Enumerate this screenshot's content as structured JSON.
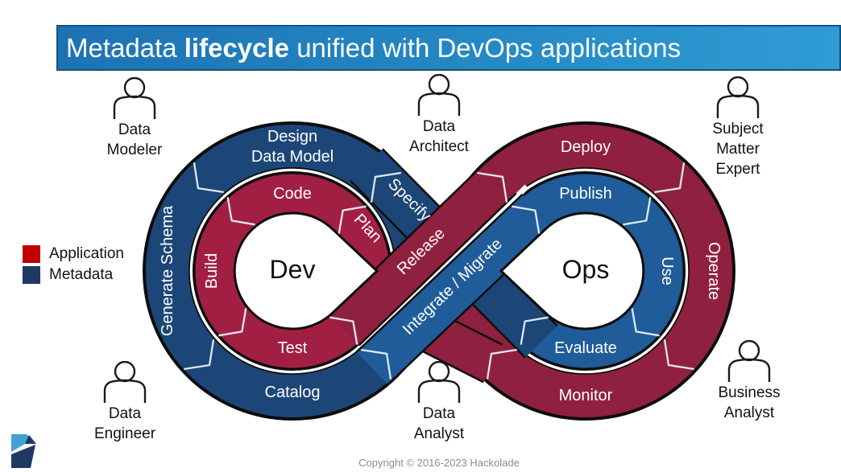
{
  "header": {
    "t1": "Metadata ",
    "t2": "lifecycle",
    "t3": " unified with DevOps applications"
  },
  "legend": {
    "items": [
      {
        "label": "Application",
        "color": "#C00000"
      },
      {
        "label": "Metadata",
        "color": "#1F3864"
      }
    ]
  },
  "diagram": {
    "left": {
      "center": "Dev",
      "outer": {
        "design_line1": "Design",
        "design_line2": "Data Model",
        "generate_schema": "Generate Schema",
        "catalog": "Catalog"
      },
      "inner": {
        "code": "Code",
        "plan": "Plan",
        "build": "Build",
        "test": "Test"
      }
    },
    "right": {
      "center": "Ops",
      "outer": {
        "deploy": "Deploy",
        "operate": "Operate",
        "monitor": "Monitor"
      },
      "inner": {
        "publish": "Publish",
        "use": "Use",
        "evaluate": "Evaluate"
      }
    },
    "bands": {
      "specify": "Specify",
      "release": "Release",
      "integrate": "Integrate / Migrate"
    },
    "colors": {
      "metadata_outer_ring": "#1C4677",
      "metadata_inner_ring": "#1F5C99",
      "application_inner_ring": "#A21F44",
      "application_outer_ring": "#90203F"
    }
  },
  "personas": [
    {
      "id": "data-modeler",
      "lines": [
        "Data",
        "Modeler"
      ]
    },
    {
      "id": "data-architect",
      "lines": [
        "Data",
        "Architect"
      ]
    },
    {
      "id": "subject-matter-expert",
      "lines": [
        "Subject",
        "Matter",
        "Expert"
      ]
    },
    {
      "id": "data-engineer",
      "lines": [
        "Data",
        "Engineer"
      ]
    },
    {
      "id": "data-analyst",
      "lines": [
        "Data",
        "Analyst"
      ]
    },
    {
      "id": "business-analyst",
      "lines": [
        "Business",
        "Analyst"
      ]
    }
  ],
  "footer": {
    "copyright": "Copyright © 2016-2023 Hackolade"
  }
}
